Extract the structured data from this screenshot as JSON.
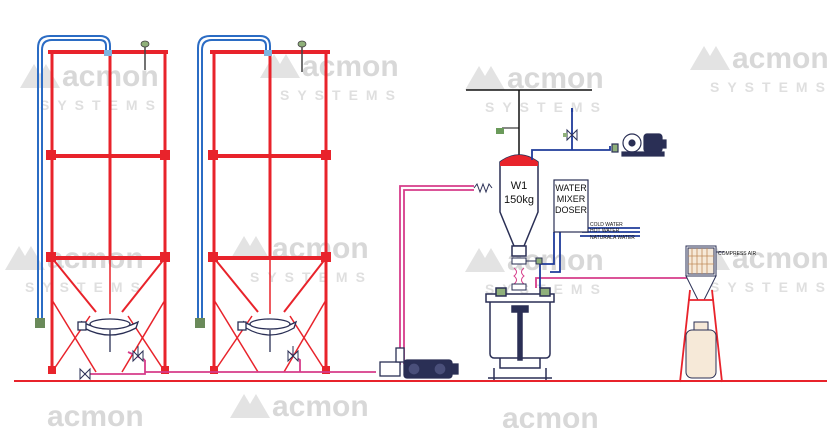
{
  "watermark": {
    "brand": "acmon",
    "sub": "SYSTEMS"
  },
  "weigher": {
    "id": "W1",
    "capacity": "150kg"
  },
  "water_doser": {
    "line1": "WATER",
    "line2": "MIXER",
    "line3": "DOSER",
    "inputs": [
      "COLD WATER",
      "HOT WATER",
      "NATURALA WATER"
    ]
  },
  "filter": {
    "air_label": "COMPRESS AIR"
  },
  "colors": {
    "silo_frame": "#e8232b",
    "conveying_line": "#2b6cc4",
    "product_line": "#d63c8a",
    "water_line": "#1f3b9a",
    "equipment": "#2a2f55"
  }
}
